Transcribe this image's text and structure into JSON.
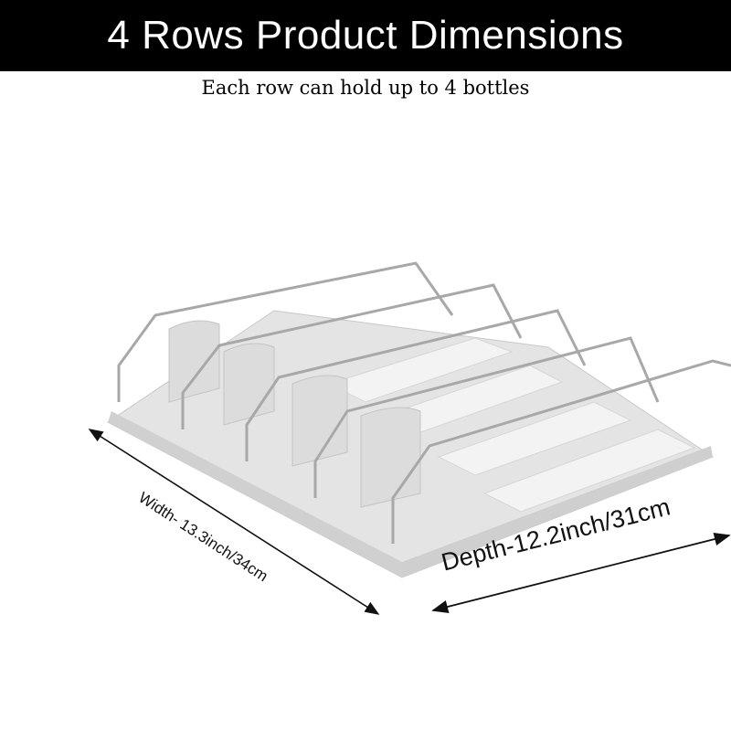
{
  "header": {
    "title": "4 Rows Product Dimensions"
  },
  "subtitle": "Each row can hold up to 4 bottles",
  "dimensions": {
    "width_label": "Width-   13.3inch/34cm",
    "depth_label": "Depth-12.2inch/31cm"
  },
  "colors": {
    "header_bg": "#000000",
    "header_text": "#ffffff",
    "product": "#d9d9d9"
  }
}
